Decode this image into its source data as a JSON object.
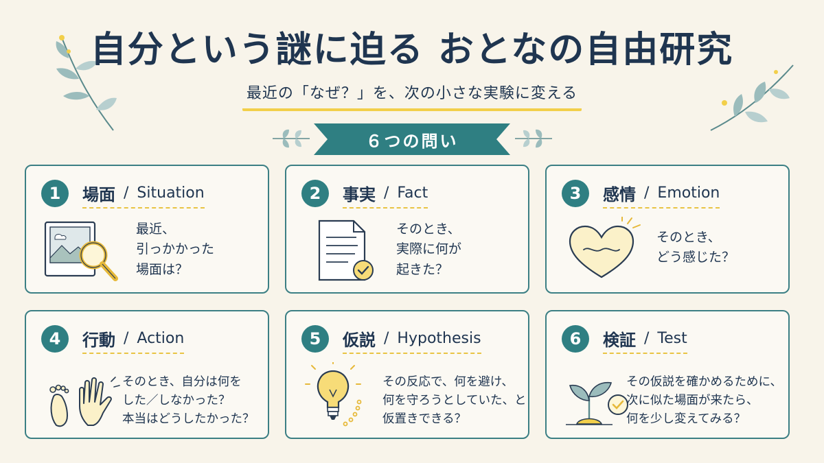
{
  "title": "自分という謎に迫る おとなの自由研究",
  "subtitle": "最近の「なぜ？」を、次の小さな実験に変える",
  "banner": "６つの問い",
  "cards": [
    {
      "number": "1",
      "title_jp": "場面",
      "title_en": "Situation",
      "icon": "photo-magnifier-icon",
      "lines": [
        "最近、",
        "引っかかった",
        "場面は？"
      ]
    },
    {
      "number": "2",
      "title_jp": "事実",
      "title_en": "Fact",
      "icon": "document-check-icon",
      "lines": [
        "そのとき、",
        "実際に何が",
        "起きた？"
      ]
    },
    {
      "number": "3",
      "title_jp": "感情",
      "title_en": "Emotion",
      "icon": "heart-icon",
      "lines": [
        "そのとき、",
        "どう感じた？"
      ]
    },
    {
      "number": "4",
      "title_jp": "行動",
      "title_en": "Action",
      "icon": "footprint-hand-icon",
      "lines": [
        "そのとき、自分は何を",
        "した／しなかった？",
        "本当はどうしたかった？"
      ]
    },
    {
      "number": "5",
      "title_jp": "仮説",
      "title_en": "Hypothesis",
      "icon": "lightbulb-icon",
      "lines": [
        "その反応で、何を避け、",
        "何を守ろうとしていた、と",
        "仮置きできる？"
      ]
    },
    {
      "number": "6",
      "title_jp": "検証",
      "title_en": "Test",
      "icon": "sprout-check-icon",
      "lines": [
        "その仮説を確かめるために、",
        "次に似た場面が来たら、",
        "何を少し変えてみる？"
      ]
    }
  ],
  "colors": {
    "navy": "#1f3550",
    "teal": "#2f7f82",
    "yellow": "#f2cf4a",
    "background": "#f8f4ea"
  }
}
